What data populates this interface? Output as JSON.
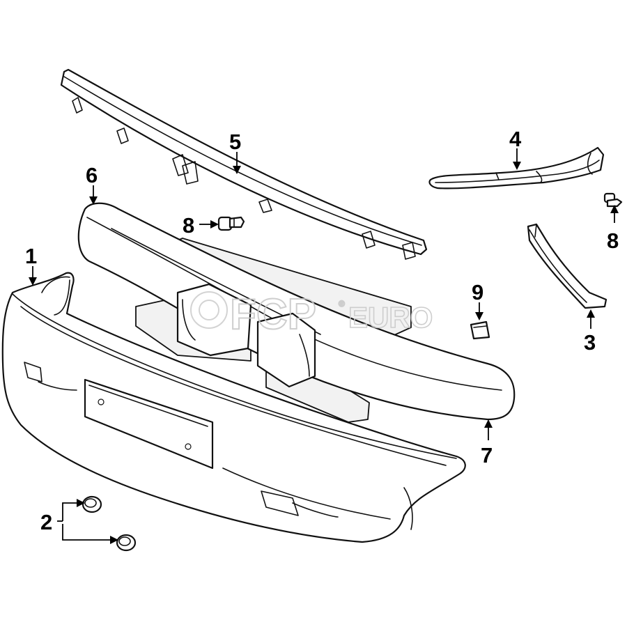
{
  "diagram": {
    "callouts": [
      {
        "id": "1",
        "label": "1"
      },
      {
        "id": "2",
        "label": "2"
      },
      {
        "id": "3",
        "label": "3"
      },
      {
        "id": "4",
        "label": "4"
      },
      {
        "id": "5",
        "label": "5"
      },
      {
        "id": "6",
        "label": "6"
      },
      {
        "id": "7",
        "label": "7"
      },
      {
        "id": "8a",
        "label": "8"
      },
      {
        "id": "8b",
        "label": "8"
      },
      {
        "id": "9",
        "label": "9"
      }
    ],
    "watermark": {
      "brand": "FCP",
      "suffix": "EURO",
      "mark": "®"
    }
  }
}
